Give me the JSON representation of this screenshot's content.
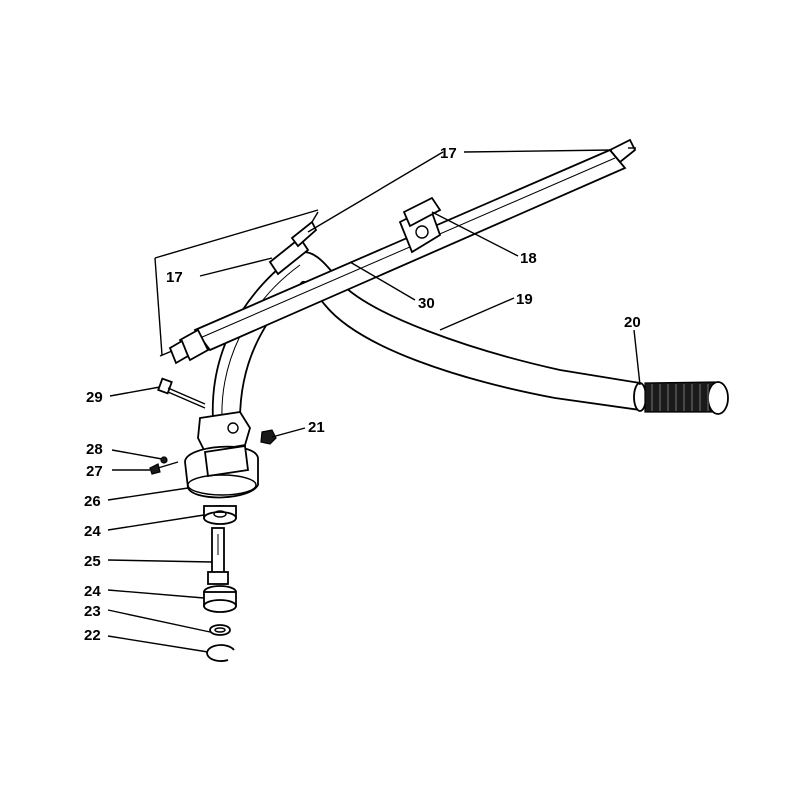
{
  "diagram": {
    "callouts": [
      {
        "id": "c17a",
        "text": "17"
      },
      {
        "id": "c17b",
        "text": "17"
      },
      {
        "id": "c18",
        "text": "18"
      },
      {
        "id": "c30",
        "text": "30"
      },
      {
        "id": "c19",
        "text": "19"
      },
      {
        "id": "c20",
        "text": "20"
      },
      {
        "id": "c29",
        "text": "29"
      },
      {
        "id": "c21",
        "text": "21"
      },
      {
        "id": "c28",
        "text": "28"
      },
      {
        "id": "c27",
        "text": "27"
      },
      {
        "id": "c26",
        "text": "26"
      },
      {
        "id": "c24a",
        "text": "24"
      },
      {
        "id": "c25",
        "text": "25"
      },
      {
        "id": "c24b",
        "text": "24"
      },
      {
        "id": "c23",
        "text": "23"
      },
      {
        "id": "c22",
        "text": "22"
      }
    ]
  }
}
